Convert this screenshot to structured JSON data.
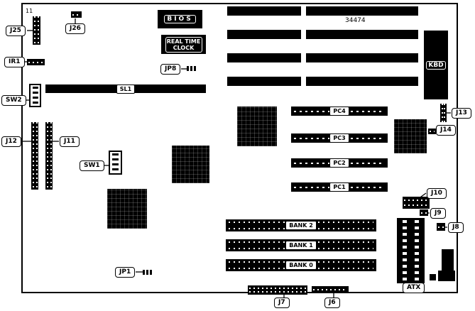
{
  "board": {
    "corner_marking": "11",
    "part_number": "34474"
  },
  "chips": {
    "bios": "BIOS",
    "rtc": "REAL TIME CLOCK",
    "kbd": "KBD"
  },
  "slots": {
    "sl1": "SL1",
    "pc4": "PC4",
    "pc3": "PC3",
    "pc2": "PC2",
    "pc1": "PC1",
    "bank2": "BANK 2",
    "bank1": "BANK 1",
    "bank0": "BANK 0"
  },
  "callouts": {
    "j25": "J25",
    "j26": "J26",
    "ir1": "IR1",
    "sw2": "SW2",
    "j12": "J12",
    "j11": "J11",
    "sw1": "SW1",
    "jp8": "JP8",
    "jp1": "JP1",
    "j13": "J13",
    "j14": "J14",
    "j10": "J10",
    "j9": "J9",
    "j8": "J8",
    "j7": "J7",
    "j6": "J6",
    "atx": "ATX"
  }
}
